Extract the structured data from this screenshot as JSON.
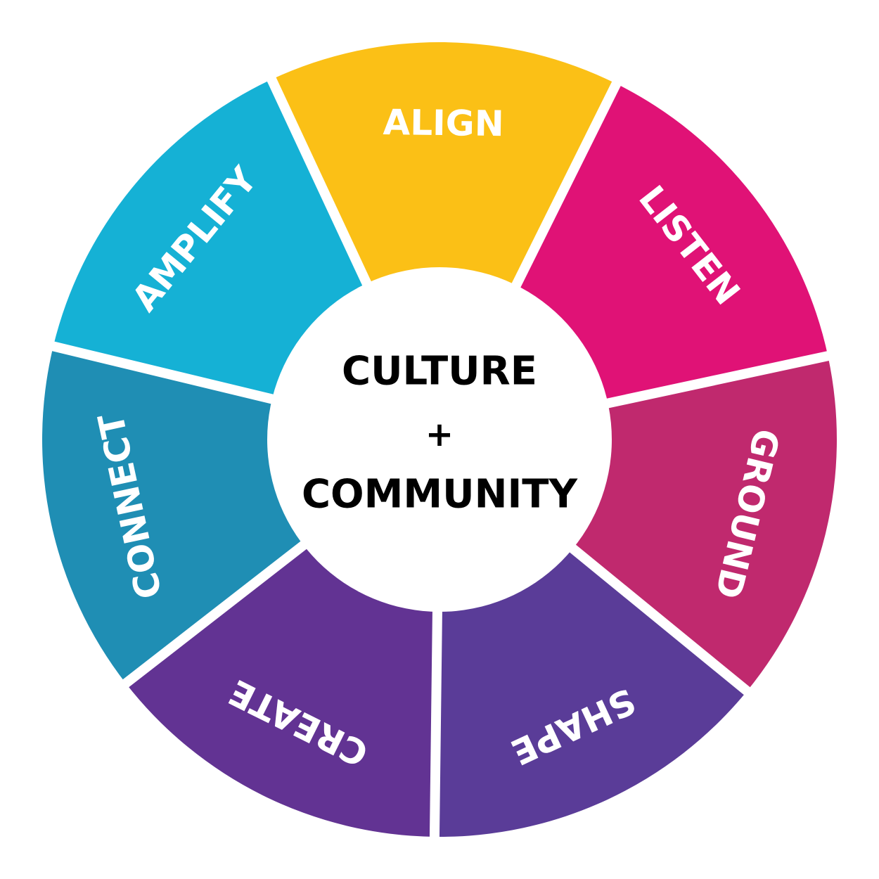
{
  "wheel": {
    "center": {
      "line1": "CULTURE",
      "plus": "+",
      "line2": "COMMUNITY",
      "fill": "#ffffff",
      "text_color": "#000000"
    },
    "segments": [
      {
        "label": "ALIGN",
        "color": "#FBC016"
      },
      {
        "label": "LISTEN",
        "color": "#E01276"
      },
      {
        "label": "GROUND",
        "color": "#C0296E"
      },
      {
        "label": "SHAPE",
        "color": "#5A3C98"
      },
      {
        "label": "CREATE",
        "color": "#623393"
      },
      {
        "label": "CONNECT",
        "color": "#1F8EB4"
      },
      {
        "label": "AMPLIFY",
        "color": "#15B1D5"
      }
    ],
    "label_color": "#ffffff",
    "gap_color": "#ffffff"
  }
}
